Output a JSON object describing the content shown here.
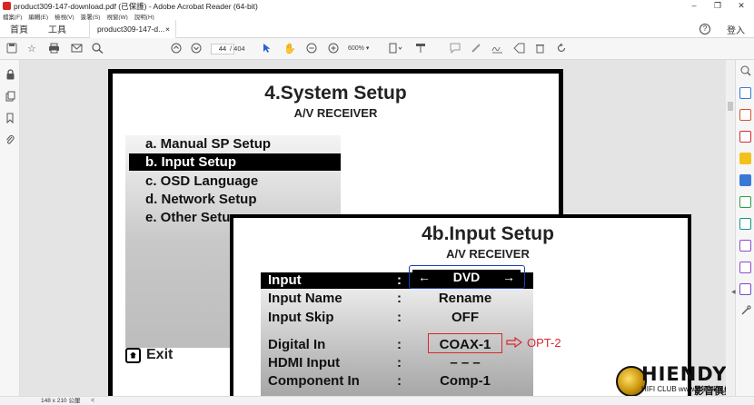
{
  "window": {
    "title": "product309-147-download.pdf (已保護) - Adobe Acrobat Reader (64-bit)",
    "minimize": "–",
    "maximize": "❐",
    "close": "✕"
  },
  "menu": [
    "檔案(F)",
    "編輯(E)",
    "檢視(V)",
    "簽署(S)",
    "視窗(W)",
    "說明(H)"
  ],
  "tabs": {
    "home": "首頁",
    "tools": "工具",
    "document": "product309-147-d...",
    "close": "×",
    "help": "?",
    "signin": "登入"
  },
  "toolbar": {
    "page_current": "44",
    "page_total": "/ 404",
    "zoom": "600%",
    "zoom_caret": "▾"
  },
  "doc": {
    "system_setup": {
      "title": "4.System Setup",
      "subtitle": "A/V RECEIVER",
      "items": [
        {
          "label": "a. Manual SP Setup"
        },
        {
          "label": "b. Input Setup"
        },
        {
          "label": "c. OSD Language"
        },
        {
          "label": "d. Network Setup"
        },
        {
          "label": "e. Other Setup"
        }
      ],
      "exit": "Exit"
    },
    "input_setup": {
      "title": "4b.Input Setup",
      "subtitle": "A/V RECEIVER",
      "rows": [
        {
          "label": "Input",
          "colon": ":",
          "value": "DVD"
        },
        {
          "label": "Input Name",
          "colon": ":",
          "value": "Rename"
        },
        {
          "label": "Input Skip",
          "colon": ":",
          "value": "OFF"
        },
        {
          "label": "Digital In",
          "colon": ":",
          "value": "COAX-1"
        },
        {
          "label": "HDMI Input",
          "colon": ":",
          "value": "– – –"
        },
        {
          "label": "Component In",
          "colon": ":",
          "value": "Comp-1"
        }
      ],
      "arrow_left": "←",
      "arrow_right": "→",
      "annotation": "OPT-2",
      "annotation_color": "#d9282f",
      "highlight_color": "#1a3fb5"
    }
  },
  "watermark": {
    "name": "HIENDY",
    "sub": "HIFI CLUB www.HIENDY.com",
    "cn": "影音俱樂部"
  },
  "status": {
    "page_size": "148 x 210 公厘",
    "scroll_left": "<"
  }
}
